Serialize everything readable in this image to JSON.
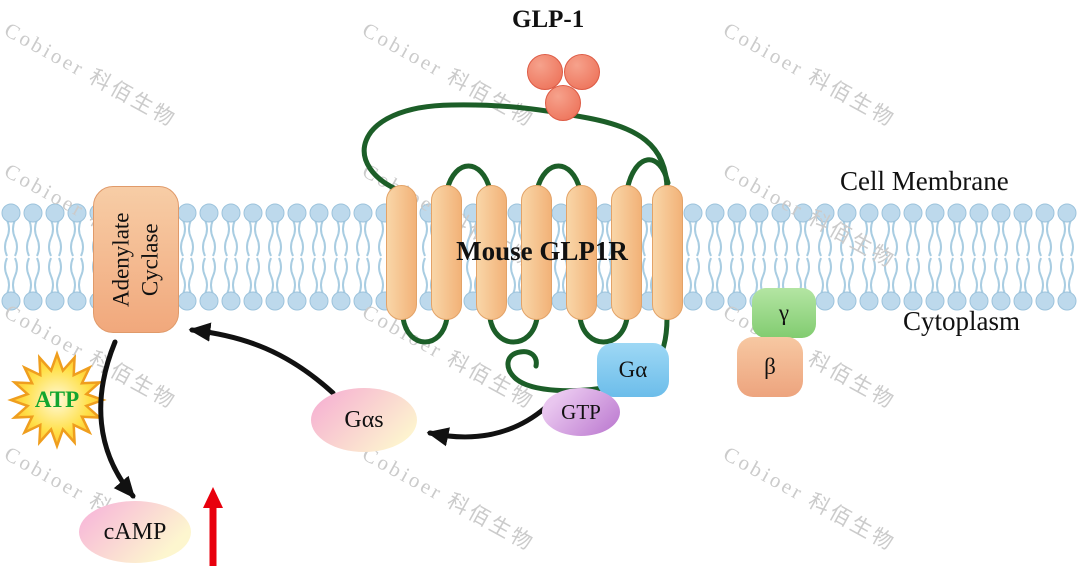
{
  "ligand": {
    "label": "GLP-1"
  },
  "receptor": {
    "label": "Mouse GLP1R"
  },
  "labels": {
    "cell_membrane": "Cell Membrane",
    "cytoplasm": "Cytoplasm"
  },
  "enzyme": {
    "line1": "Adenylate",
    "line2": "Cyclase"
  },
  "molecules": {
    "atp": "ATP",
    "gas": "Gαs",
    "gtp": "GTP",
    "g_alpha": "Gα",
    "gamma": "γ",
    "beta": "β",
    "camp": "cAMP"
  },
  "watermark": {
    "text": "Cobioer 科佰生物"
  },
  "colors": {
    "membrane": "#bdd9ec",
    "helix": "#f5bd85",
    "receptor_loop": "#1c5e28",
    "ligand": "#ee7058",
    "atp_text": "#12a52f",
    "atp_star": "#ffd23e",
    "gtp": "#c98fd9",
    "g_alpha": "#86ccf0",
    "gamma": "#8ed383",
    "beta": "#f3b48c",
    "gas": "#f6b9d3",
    "camp": "#f8c4da",
    "arrow": "#111111",
    "up_arrow": "#e8000d"
  }
}
